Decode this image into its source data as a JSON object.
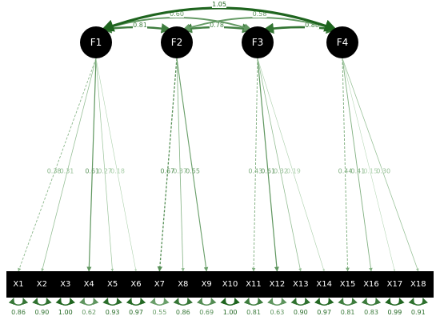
{
  "factors": [
    {
      "id": "F1",
      "label": "F1"
    },
    {
      "id": "F2",
      "label": "F2"
    },
    {
      "id": "F3",
      "label": "F3"
    },
    {
      "id": "F4",
      "label": "F4"
    }
  ],
  "indicators": [
    "X1",
    "X2",
    "X3",
    "X4",
    "X5",
    "X6",
    "X7",
    "X8",
    "X9",
    "X10",
    "X11",
    "X12",
    "X13",
    "X14",
    "X15",
    "X16",
    "X17",
    "X18"
  ],
  "loadings": [
    {
      "factor": 0,
      "indicator": 0,
      "value": "0.38",
      "dashed": true
    },
    {
      "factor": 0,
      "indicator": 1,
      "value": "0.31",
      "dashed": false
    },
    {
      "factor": 0,
      "indicator": 3,
      "value": "0.61",
      "dashed": false
    },
    {
      "factor": 0,
      "indicator": 4,
      "value": "0.27",
      "dashed": false
    },
    {
      "factor": 0,
      "indicator": 5,
      "value": "0.18",
      "dashed": false
    },
    {
      "factor": 1,
      "indicator": 6,
      "value": "0.67",
      "dashed": true
    },
    {
      "factor": 1,
      "indicator": 7,
      "value": "0.37",
      "dashed": false
    },
    {
      "factor": 1,
      "indicator": 8,
      "value": "0.55",
      "dashed": false
    },
    {
      "factor": 2,
      "indicator": 10,
      "value": "0.43",
      "dashed": true
    },
    {
      "factor": 2,
      "indicator": 11,
      "value": "0.61",
      "dashed": false
    },
    {
      "factor": 2,
      "indicator": 12,
      "value": "0.32",
      "dashed": false
    },
    {
      "factor": 2,
      "indicator": 13,
      "value": "0.19",
      "dashed": false
    },
    {
      "factor": 3,
      "indicator": 14,
      "value": "0.44",
      "dashed": true
    },
    {
      "factor": 3,
      "indicator": 15,
      "value": "0.41",
      "dashed": false
    },
    {
      "factor": 3,
      "indicator": 16,
      "value": "0.15",
      "dashed": false
    },
    {
      "factor": 3,
      "indicator": 17,
      "value": "0.30",
      "dashed": false
    }
  ],
  "covariances": [
    {
      "from": 0,
      "to": 1,
      "value": "0.81"
    },
    {
      "from": 1,
      "to": 2,
      "value": "0.78"
    },
    {
      "from": 2,
      "to": 3,
      "value": "0.88"
    },
    {
      "from": 0,
      "to": 2,
      "value": "0.60"
    },
    {
      "from": 1,
      "to": 3,
      "value": "0.58"
    },
    {
      "from": 0,
      "to": 3,
      "value": "1.05"
    }
  ],
  "residuals": [
    "0.86",
    "0.90",
    "1.00",
    "0.62",
    "0.93",
    "0.97",
    "0.55",
    "0.86",
    "0.69",
    "1.00",
    "0.81",
    "0.63",
    "0.90",
    "0.97",
    "0.81",
    "0.83",
    "0.99",
    "0.91"
  ]
}
